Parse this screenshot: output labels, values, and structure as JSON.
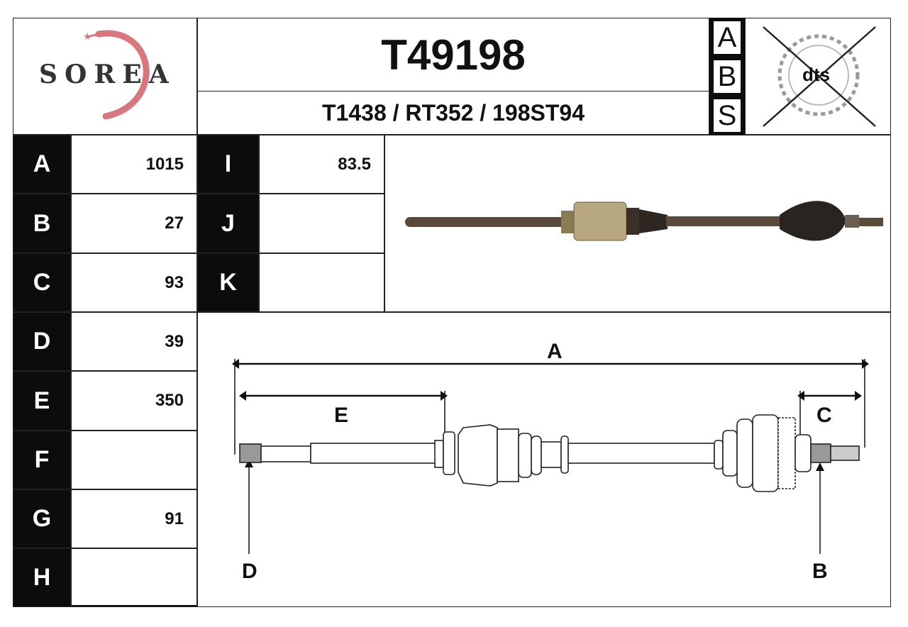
{
  "brand": "SOREA",
  "part_number": "T49198",
  "cross_references": "T1438 / RT352 / 198ST94",
  "abs_letters": [
    "A",
    "B",
    "S"
  ],
  "dts_logo_text": "dts",
  "dimensions_left": [
    {
      "label": "A",
      "value": "1015"
    },
    {
      "label": "B",
      "value": "27"
    },
    {
      "label": "C",
      "value": "93"
    },
    {
      "label": "D",
      "value": "39"
    },
    {
      "label": "E",
      "value": "350"
    },
    {
      "label": "F",
      "value": ""
    },
    {
      "label": "G",
      "value": "91"
    },
    {
      "label": "H",
      "value": ""
    }
  ],
  "dimensions_right": [
    {
      "label": "I",
      "value": "83.5"
    },
    {
      "label": "J",
      "value": ""
    },
    {
      "label": "K",
      "value": ""
    }
  ],
  "diagram_labels": {
    "a": "A",
    "b": "B",
    "c": "C",
    "d": "D",
    "e": "E"
  }
}
